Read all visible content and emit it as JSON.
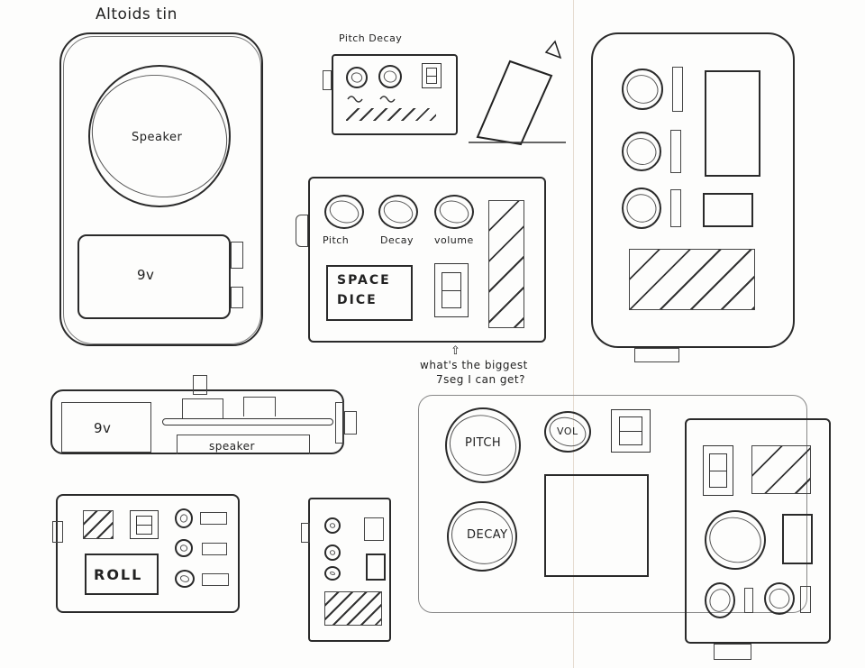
{
  "title": "Altoids tin",
  "sketches": {
    "altoids_tin": {
      "title": "Altoids tin",
      "speaker_label": "Speaker",
      "battery_label": "9v"
    },
    "small_panel": {
      "caption": "Pitch Decay"
    },
    "main_panel": {
      "knobs": [
        {
          "label": "Pitch"
        },
        {
          "label": "Decay"
        },
        {
          "label": "volume"
        }
      ],
      "button_label": "SPACE DICE"
    },
    "note": {
      "arrow": "⇧",
      "text_line1": "what's the biggest",
      "text_line2": "7seg I can get?"
    },
    "side_view": {
      "battery_label": "9v",
      "speaker_label": "speaker"
    },
    "large_layout": {
      "knobs": [
        {
          "label": "PITCH"
        },
        {
          "label": "VOL"
        },
        {
          "label": "DECAY"
        }
      ]
    },
    "roll_panel": {
      "button_label": "ROLL"
    }
  }
}
